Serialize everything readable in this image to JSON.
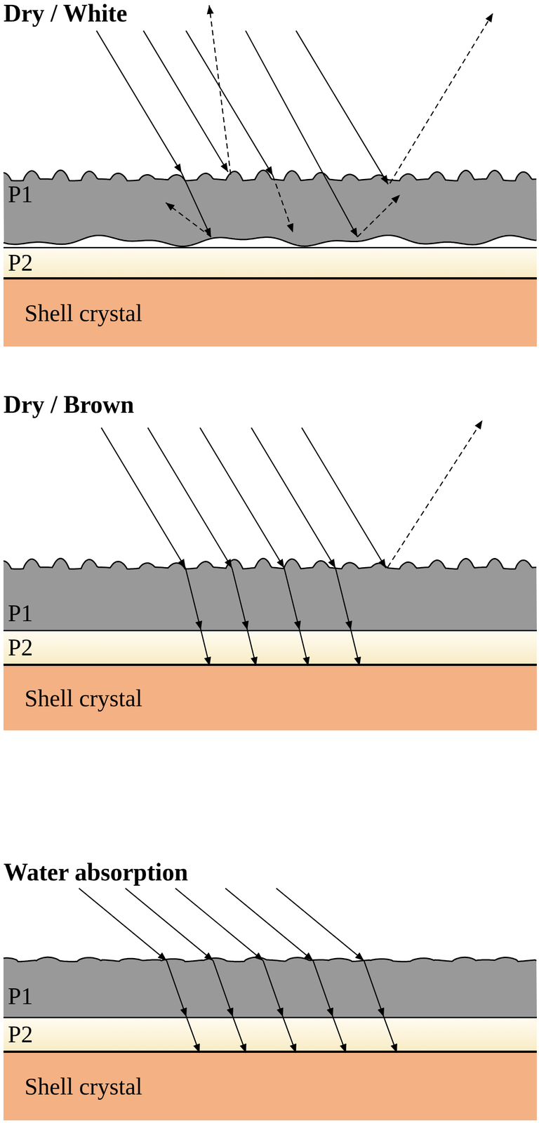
{
  "diagram": {
    "nodes": [
      {
        "text": [
          "P1"
        ]
      },
      {
        "text": [
          "P2"
        ]
      },
      {
        "text": [
          "Shell crystal"
        ]
      },
      {
        "text": [
          "P1"
        ]
      },
      {
        "text": [
          "P2"
        ]
      },
      {
        "text": [
          "Shell crystal"
        ]
      },
      {
        "text": [
          "P1"
        ]
      },
      {
        "text": [
          "P2"
        ]
      },
      {
        "text": [
          "Shell crystal"
        ]
      }
    ],
    "labels": [
      "Dry / White",
      "Dry / Brown",
      "Water absorption"
    ]
  }
}
